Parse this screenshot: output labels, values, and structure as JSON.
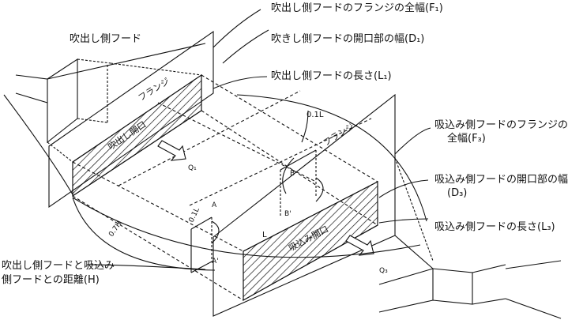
{
  "labels": {
    "blow_hood": "吹出し側フード",
    "blow_flange_width": "吹出し側フードのフランジの全幅(F₁)",
    "blow_opening_width": "吹きし側フードの開口部の幅(D₁)",
    "blow_length": "吹出し側フードの長さ(L₁)",
    "suction_flange_width_1": "吸込み側フードのフランジの",
    "suction_flange_width_2": "全幅(F₃)",
    "suction_opening_width_1": "吸込み側フードの開口部の幅",
    "suction_opening_width_2": "(D₃)",
    "suction_length": "吸込み側フードの長さ(L₃)",
    "distance_1": "吹出し側フードと吸込み",
    "distance_2": "側フードとの距離(H)"
  },
  "diagram": {
    "flange_top": "フランジ",
    "flange_right": "フランジ",
    "blow_opening": "吹出し開口",
    "suction_opening": "吸込み開口",
    "q1": "Q₁",
    "q3": "Q₃",
    "dim_01L_top": "0.1L",
    "dim_01L_side": "0.1L",
    "dim_07H": "0.7H",
    "pt_A": "A",
    "pt_A2": "A'",
    "pt_B": "B",
    "pt_B2": "B'",
    "len_L": "L"
  }
}
